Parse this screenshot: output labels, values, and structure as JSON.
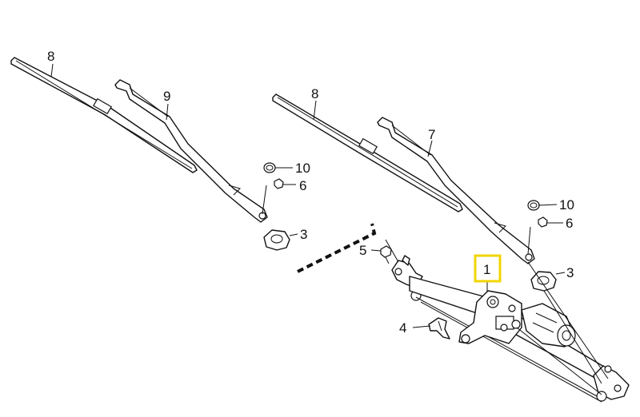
{
  "diagram": {
    "callouts": {
      "arm_left": "8",
      "blade_left": "9",
      "arm_right": "8",
      "blade_right": "7",
      "cap_left": "10",
      "nut_left": "6",
      "seal_left": "3",
      "cap_right": "10",
      "nut_right": "6",
      "seal_right": "3",
      "bolt": "5",
      "clip": "4",
      "motor_linkage": "1"
    },
    "highlight_color": "#f2d500",
    "line_color": "#111111"
  }
}
